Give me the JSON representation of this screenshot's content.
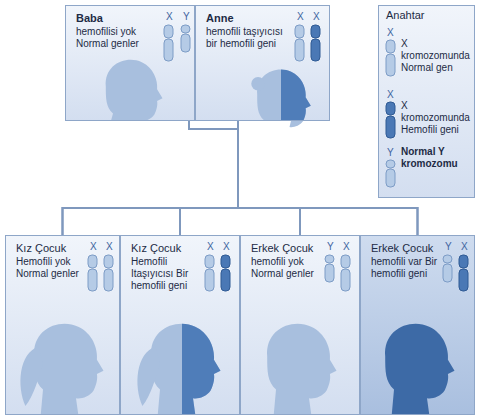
{
  "diagram": {
    "nodes": [
      {
        "text": [
          "Baba",
          "hemofilisi yok Normal genler",
          "X",
          "Y"
        ]
      },
      {
        "text": [
          "Anne",
          "hemofili taşıyıcısı bir hemofili geni",
          "X",
          "X"
        ]
      },
      {
        "text": [
          "Kız Çocuk",
          "Hemofili yok Normal genler",
          "X",
          "X"
        ]
      },
      {
        "text": [
          "Kız Çocuk",
          "Hemofili Itaşıyıcısı Bir hemofili geni",
          "X",
          "X"
        ]
      },
      {
        "text": [
          "Erkek Çocuk",
          "hemofili yok Normal genler",
          "Y",
          "X"
        ]
      },
      {
        "text": [
          "Erkek Çocuk",
          "hemofili var Bir hemofili geni",
          "Y",
          "X"
        ]
      }
    ],
    "edges": [
      {
        "from": 0,
        "to": 2,
        "arrow": "none"
      },
      {
        "from": 0,
        "to": 3,
        "arrow": "none"
      },
      {
        "from": 0,
        "to": 4,
        "arrow": "none"
      },
      {
        "from": 0,
        "to": 5,
        "arrow": "none"
      },
      {
        "from": 1,
        "to": 2,
        "arrow": "none"
      },
      {
        "from": 1,
        "to": 3,
        "arrow": "none"
      },
      {
        "from": 1,
        "to": 4,
        "arrow": "none"
      },
      {
        "from": 1,
        "to": 5,
        "arrow": "none"
      }
    ],
    "labels": [
      "Anahtar",
      "X",
      "X",
      "Y"
    ],
    "legend": [
      {
        "text": "X kromozomunda Normal gen"
      },
      {
        "text": "X kromozomunda Hemofili geni"
      },
      {
        "text": "Normal Y kromozomu"
      }
    ]
  }
}
